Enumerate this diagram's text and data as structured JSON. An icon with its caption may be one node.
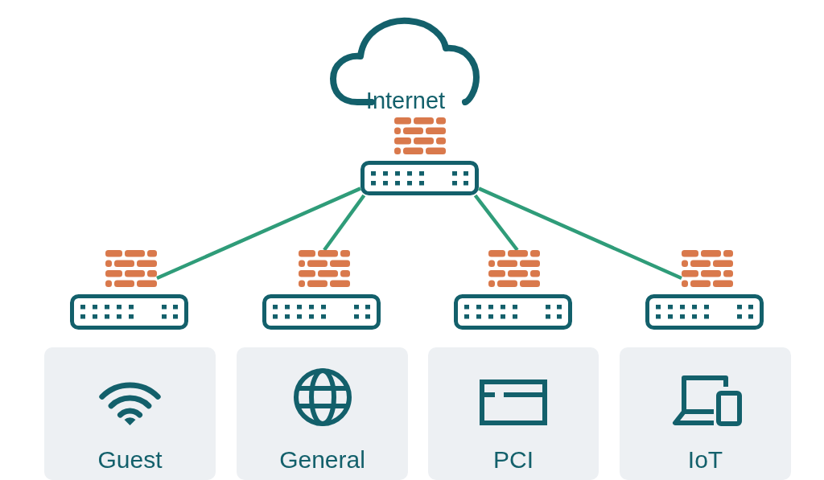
{
  "diagram": {
    "nodes": [
      {
        "text": [
          "Internet"
        ]
      },
      {
        "text": [],
        "shape": "wall"
      },
      {
        "text": [],
        "shape": "box"
      },
      {
        "text": [],
        "shape": "wall"
      },
      {
        "text": [],
        "shape": "wall"
      },
      {
        "text": [],
        "shape": "wall"
      },
      {
        "text": [],
        "shape": "wall"
      },
      {
        "text": [],
        "shape": "box"
      },
      {
        "text": [],
        "shape": "box"
      },
      {
        "text": [],
        "shape": "box"
      },
      {
        "text": [],
        "shape": "box"
      },
      {
        "text": [
          "Guest"
        ]
      },
      {
        "text": [
          "General"
        ]
      },
      {
        "text": [
          "PCI"
        ]
      },
      {
        "text": [
          "IoT"
        ]
      }
    ],
    "edges": [
      {
        "from": 2,
        "to": 3,
        "arrow": "none"
      },
      {
        "from": 2,
        "to": 4,
        "arrow": "none"
      },
      {
        "from": 2,
        "to": 5,
        "arrow": "none"
      },
      {
        "from": 2,
        "to": 6,
        "arrow": "none"
      }
    ]
  }
}
